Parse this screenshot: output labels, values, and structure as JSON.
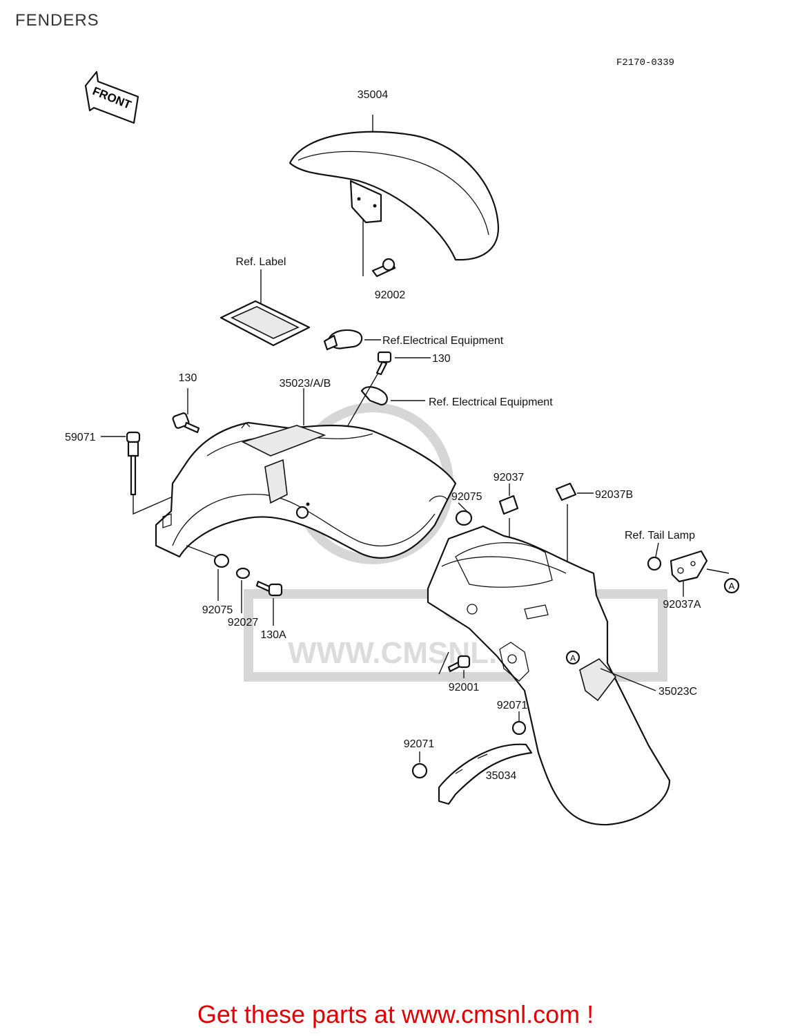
{
  "page": {
    "title": "FENDERS",
    "diagram_ref": "F2170-0339"
  },
  "front_arrow": {
    "label": "FRONT"
  },
  "callouts": [
    {
      "id": "c-35004",
      "text": "35004"
    },
    {
      "id": "c-ref-label",
      "text": "Ref. Label"
    },
    {
      "id": "c-92002",
      "text": "92002"
    },
    {
      "id": "c-ref-elec-1",
      "text": "Ref.Electrical Equipment"
    },
    {
      "id": "c-130-top",
      "text": "130"
    },
    {
      "id": "c-ref-elec-2",
      "text": "Ref. Electrical Equipment"
    },
    {
      "id": "c-130-left",
      "text": "130"
    },
    {
      "id": "c-35023ab",
      "text": "35023/A/B"
    },
    {
      "id": "c-59071",
      "text": "59071"
    },
    {
      "id": "c-92037",
      "text": "92037"
    },
    {
      "id": "c-92075-right",
      "text": "92075"
    },
    {
      "id": "c-92037b",
      "text": "92037B"
    },
    {
      "id": "c-ref-tail",
      "text": "Ref. Tail Lamp"
    },
    {
      "id": "c-92037a",
      "text": "92037A"
    },
    {
      "id": "c-circle-a-right",
      "text": "A"
    },
    {
      "id": "c-92075-left",
      "text": "92075"
    },
    {
      "id": "c-92027",
      "text": "92027"
    },
    {
      "id": "c-130a",
      "text": "130A"
    },
    {
      "id": "c-92001",
      "text": "92001"
    },
    {
      "id": "c-circle-a-fender",
      "text": "A"
    },
    {
      "id": "c-35023c",
      "text": "35023C"
    },
    {
      "id": "c-92071-right",
      "text": "92071"
    },
    {
      "id": "c-92071-left",
      "text": "92071"
    },
    {
      "id": "c-35034",
      "text": "35034"
    }
  ],
  "watermark": {
    "text": "WWW.CMSNL.COM",
    "logo": "CMS"
  },
  "footer": {
    "cta": "Get these parts at www.cmsnl.com !"
  },
  "colors": {
    "cta": "#e00000",
    "ink": "#111111",
    "watermark": "#d6d6d6"
  }
}
